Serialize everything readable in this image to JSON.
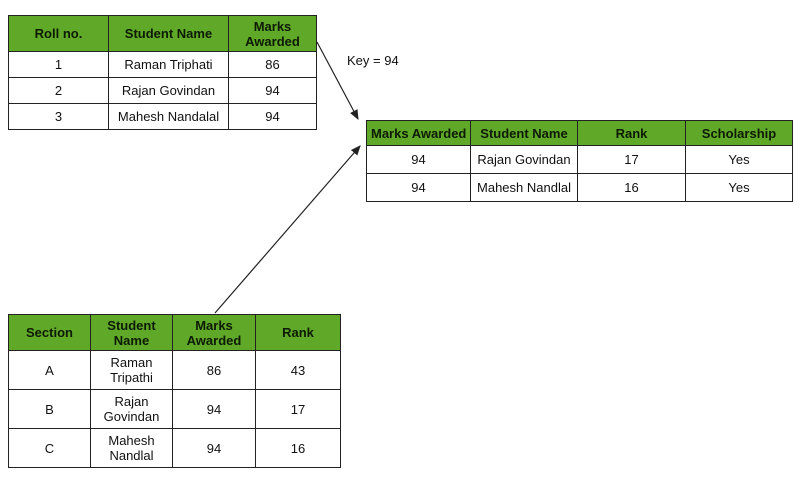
{
  "diagram": {
    "key_label": "Key = 94"
  },
  "colors": {
    "header_green": "#5fa828",
    "border": "#222222"
  },
  "tables": {
    "source": {
      "headers": [
        "Roll no.",
        "Student Name",
        "Marks Awarded"
      ],
      "rows": [
        [
          "1",
          "Raman Triphati",
          "86"
        ],
        [
          "2",
          "Rajan Govindan",
          "94"
        ],
        [
          "3",
          "Mahesh Nandalal",
          "94"
        ]
      ]
    },
    "result": {
      "headers": [
        "Marks Awarded",
        "Student Name",
        "Rank",
        "Scholarship"
      ],
      "rows": [
        [
          "94",
          "Rajan Govindan",
          "17",
          "Yes"
        ],
        [
          "94",
          "Mahesh Nandlal",
          "16",
          "Yes"
        ]
      ]
    },
    "sections": {
      "headers": [
        "Section",
        "Student Name",
        "Marks Awarded",
        "Rank"
      ],
      "rows": [
        [
          "A",
          "Raman Tripathi",
          "86",
          "43"
        ],
        [
          "B",
          "Rajan Govindan",
          "94",
          "17"
        ],
        [
          "C",
          "Mahesh Nandlal",
          "94",
          "16"
        ]
      ]
    }
  }
}
